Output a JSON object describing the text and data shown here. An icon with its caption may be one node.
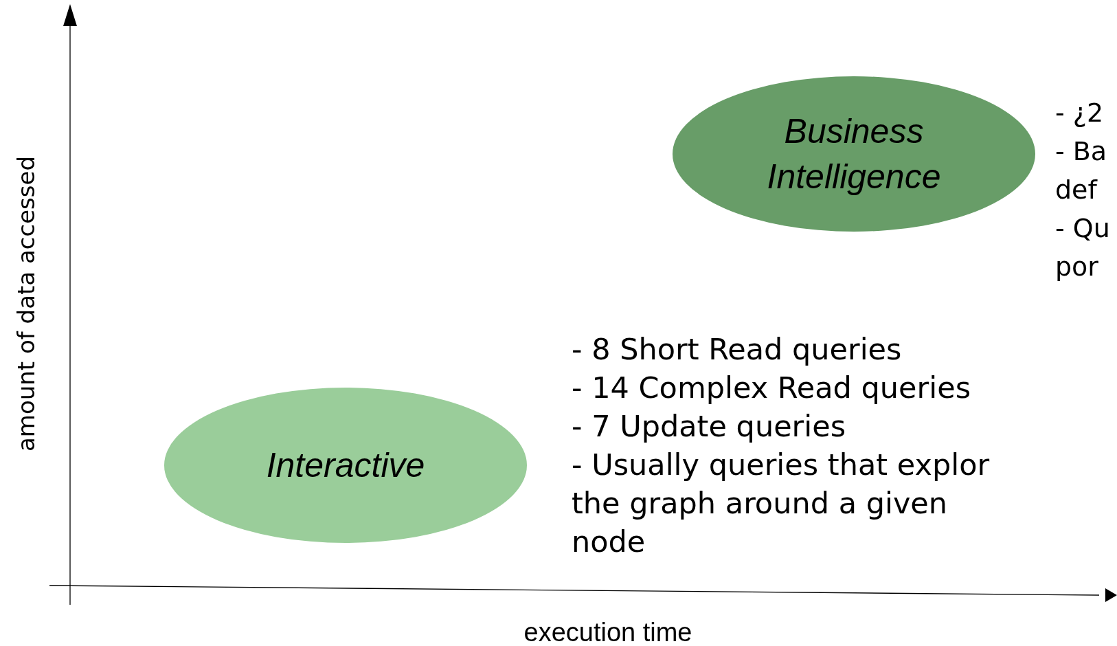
{
  "diagram": {
    "nodes": [
      {
        "text": [
          "Interactive"
        ],
        "beside": [
          "- 8 Short Read queries",
          "- 14 Complex Read queries",
          "- 7 Update queries",
          "- Usually queries that explor the graph around a given node"
        ]
      },
      {
        "text": [
          "Business Intelligence"
        ],
        "beside": [
          "- ¿2",
          "- Ba def",
          "- Qu por"
        ]
      }
    ],
    "labels": [
      "amount of data accessed",
      "execution time"
    ]
  }
}
